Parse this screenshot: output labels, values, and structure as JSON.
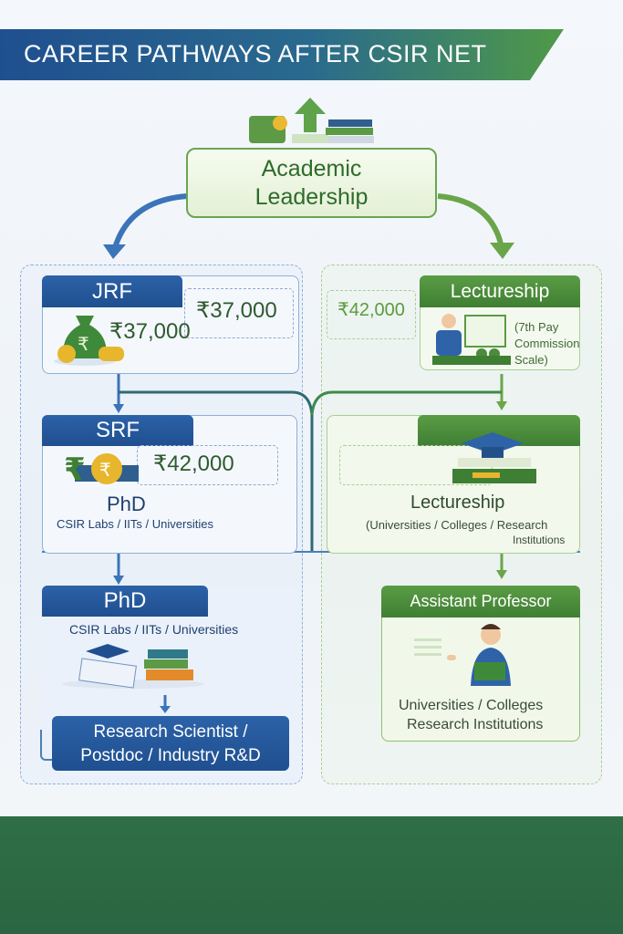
{
  "title": "CAREER PATHWAYS AFTER CSIR NET",
  "top": {
    "label_line1": "Academic",
    "label_line2": "Leadership"
  },
  "left": {
    "jrf": {
      "title": "JRF",
      "amount_boxed": "₹37,000",
      "amount": "₹37,000"
    },
    "srf": {
      "title": "SRF",
      "amount": "₹42,000",
      "subtitle": "PhD",
      "places": "CSIR Labs / IITs / Universities"
    },
    "phd": {
      "title": "PhD",
      "places": "CSIR Labs / IITs / Universities",
      "outcome_line1": "Research Scientist /",
      "outcome_line2": "Postdoc / Industry R&D"
    }
  },
  "right": {
    "lectureship": {
      "title": "Lectureship",
      "amount": "₹42,000",
      "note_line1": "(7th Pay",
      "note_line2": "Commission",
      "note_line3": "Scale)"
    },
    "lectureship2": {
      "title": "Lectureship",
      "places_line1": "(Universities / Colleges / Research",
      "places_line2": "Institutions"
    },
    "assistant": {
      "title": "Assistant Professor",
      "places_line1": "Universities / Colleges",
      "places_line2": "Research Institutions"
    }
  },
  "colors": {
    "blue": "#1f4f8f",
    "green": "#4a8a3c",
    "footer": "#2e6b45"
  }
}
